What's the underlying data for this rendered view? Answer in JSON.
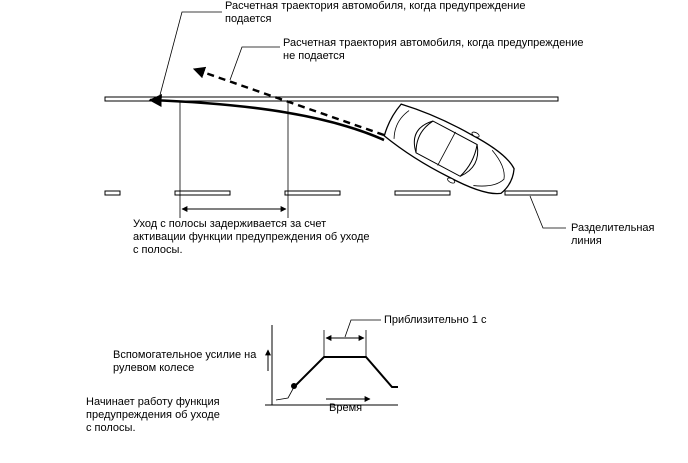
{
  "labels": {
    "trajectory_warning": [
      "Расчетная траектория автомобиля, когда предупреждение",
      "подается"
    ],
    "trajectory_no_warning": [
      "Расчетная траектория автомобиля, когда предупреждение",
      "не подается"
    ],
    "lane_departure_delay": [
      "Уход с полосы задерживается за счет",
      "активации функции предупреждения об уходе",
      "с полосы."
    ],
    "dividing_line": [
      "Разделительная",
      "линия"
    ],
    "approx_duration": "Приблизительно 1 с",
    "steering_assist": [
      "Вспомогательное усилие на",
      "рулевом колесе"
    ],
    "time_axis": "Время",
    "warning_start": [
      "Начинает работу функция",
      "предупреждения об уходе",
      "с полосы."
    ]
  }
}
